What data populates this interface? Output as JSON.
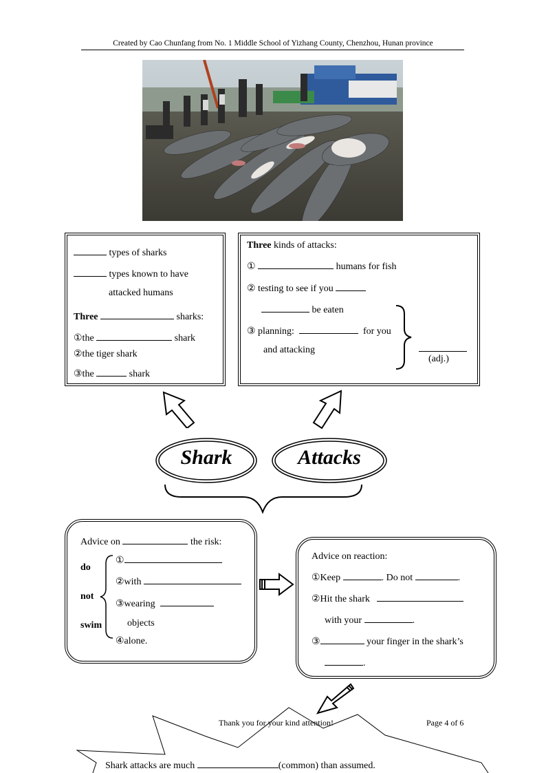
{
  "header": {
    "text": "Created by Cao Chunfang from No. 1 Middle School of Yizhang County, Chenzhou, Hunan province"
  },
  "box1": {
    "line1": "types of sharks",
    "line2": "types known to have",
    "line3": "attacked humans",
    "three": "Three",
    "sharks": "sharks:",
    "item1_pre": "①the",
    "item1_post": "shark",
    "item2": "②the tiger shark",
    "item3_pre": "③the",
    "item3_post": "shark"
  },
  "box2": {
    "three": "Three",
    "title": "kinds of attacks:",
    "item1_num": "①",
    "item1_post": "humans for fish",
    "item2_pre": "② testing to see if you",
    "item2_post": "be eaten",
    "item3_pre": "③ planning:",
    "item3_mid": "for you",
    "item3_post": "and attacking",
    "adj": "(adj.)"
  },
  "titles": {
    "shark": "Shark",
    "attacks": "Attacks"
  },
  "box3": {
    "title_pre": "Advice on",
    "title_post": "the risk:",
    "do": "do",
    "not": "not",
    "swim": "swim",
    "item1": "①",
    "item2": "②with",
    "item3": "③wearing",
    "item3b": "objects",
    "item4": "④alone."
  },
  "box4": {
    "title": "Advice on reaction:",
    "item1_pre": "①Keep",
    "item1_mid": ". Do not",
    "item1_post": ".",
    "item2_pre": "②Hit the shark",
    "item2b_pre": "with your",
    "item2b_post": ".",
    "item3_post": "your finger in the shark’s",
    "item3_num": "③",
    "item3b_post": "."
  },
  "footer": {
    "thanks": "Thank you for your kind attention!",
    "page": "Page 4 of 6",
    "bottom_pre": "Shark attacks are much",
    "bottom_post": "(common) than assumed."
  }
}
